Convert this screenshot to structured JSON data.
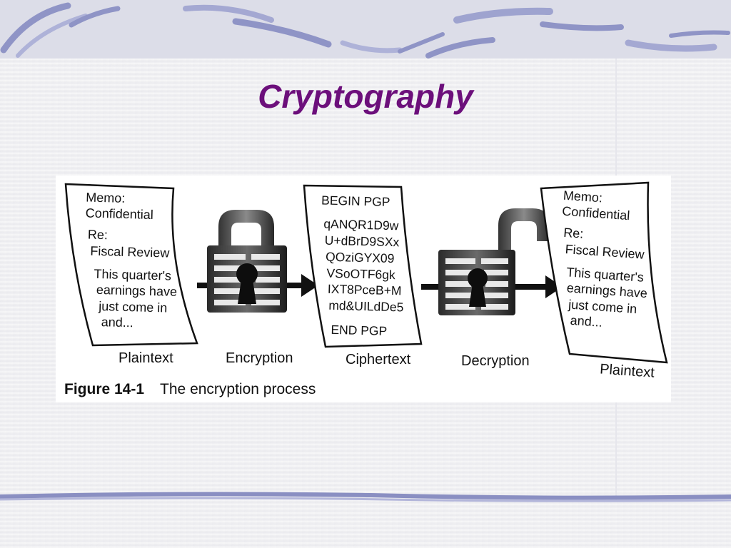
{
  "slide": {
    "title": "Cryptography",
    "colors": {
      "title": "#6c0f7b",
      "swoosh": "#8a8fc2",
      "band": "#dcdde8"
    }
  },
  "figure": {
    "caption_number": "Figure 14-1",
    "caption_text": "The encryption process",
    "plaintext_doc": {
      "lines": [
        "Memo:",
        "Confidential",
        "Re:",
        "Fiscal Review",
        "This quarter's",
        "earnings have",
        "just come in",
        "and..."
      ],
      "label": "Plaintext"
    },
    "encryption": {
      "label": "Encryption",
      "icon": "locked-padlock-icon"
    },
    "ciphertext_doc": {
      "lines": [
        "BEGIN PGP",
        "qANQR1D9w",
        "U+dBrD9SXx",
        "QOziGYX09",
        "VSoOTF6gk",
        "IXT8PceB+M",
        "md&UILdDe5",
        "END PGP"
      ],
      "label": "Ciphertext"
    },
    "decryption": {
      "label": "Decryption",
      "icon": "unlocked-padlock-icon"
    },
    "plaintext_doc_out": {
      "lines": [
        "Memo:",
        "Confidential",
        "Re:",
        "Fiscal Review",
        "This quarter's",
        "earnings have",
        "just come in",
        "and..."
      ],
      "label": "Plaintext"
    }
  }
}
